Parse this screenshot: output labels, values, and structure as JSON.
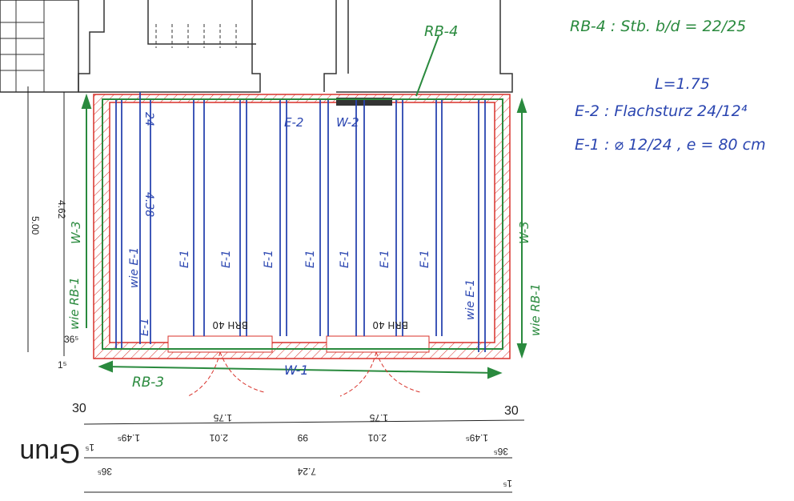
{
  "colors": {
    "green": "#2a8a3e",
    "blue": "#2a45b0",
    "red": "#d8312a",
    "black": "#222222"
  },
  "notes": {
    "rb4": "RB-4 :  Stb. b/d = 22/25",
    "length": "L=1.75",
    "e2": "E-2 : Flachsturz 24/12⁴",
    "e1": "E-1 : ⌀ 12/24 , e = 80 cm"
  },
  "labels": {
    "rb4": "RB-4",
    "e2": "E-2",
    "w2": "W-2",
    "w3_left": "W-3",
    "w3_right": "W-3",
    "rb1_left": "wie RB-1",
    "rb1_right": "wie RB-1",
    "wie_e1_left": "wie E-1",
    "wie_e1_right": "wie E-1",
    "e1": "E-1",
    "h24": "24",
    "h438": "4.38",
    "brh": "BRH 40",
    "w1": "W-1",
    "rb3": "RB-3",
    "grund": "Grun"
  },
  "dimensions": {
    "height_total": "5.00",
    "height_inner": "4.62",
    "wall_bottom": "36⁵",
    "plaster": "1⁵",
    "left_ext": "30",
    "right_ext": "30",
    "top_row": [
      "1.49⁵",
      "2.01",
      "99",
      "2.01",
      "1.49⁵"
    ],
    "openings": [
      "1.75",
      "1.75"
    ],
    "mid_row": [
      "36⁵",
      "7.24",
      "36⁵"
    ],
    "small": [
      "1⁵",
      "1⁵"
    ]
  }
}
